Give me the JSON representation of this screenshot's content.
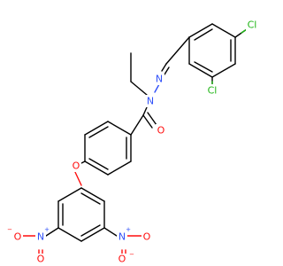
{
  "molecule": {
    "atom_labels": {
      "cl_para": "Cl",
      "cl_ortho": "Cl",
      "n_imine": "N",
      "n_amide": "N",
      "o_carbonyl": "O",
      "o_ether": "O",
      "n_nitro_left": "N",
      "n_nitro_right": "N",
      "o_nitro_left_top": "O",
      "o_nitro_left_bottom": "O",
      "o_nitro_right_top": "O",
      "o_nitro_right_bottom": "O"
    },
    "charges": {
      "n_nitro_left": "+",
      "n_nitro_right": "+",
      "o_nitro_left_top": "−",
      "o_nitro_right_bottom": "−"
    },
    "colors": {
      "carbon_bond": "#000000",
      "nitrogen": "#3050F8",
      "oxygen": "#FF0D0D",
      "chlorine": "#1FB515"
    }
  }
}
